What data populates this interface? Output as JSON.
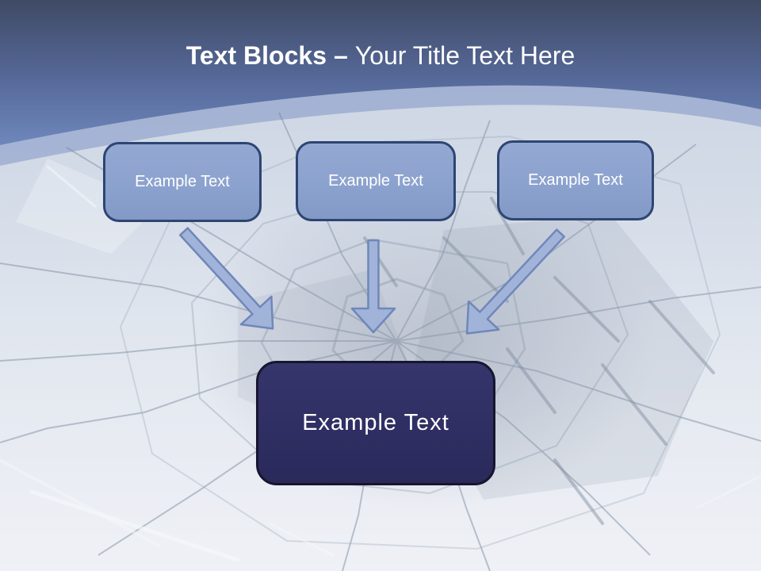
{
  "title": {
    "emphasis": "Text Blocks",
    "separator": "–",
    "rest": "Your Title Text Here"
  },
  "top_boxes": [
    {
      "label": "Example Text"
    },
    {
      "label": "Example Text"
    },
    {
      "label": "Example Text"
    }
  ],
  "bottom_box": {
    "label": "Example Text"
  },
  "icons": {
    "arrows": [
      "arrow-down-right-icon",
      "arrow-down-icon",
      "arrow-down-left-icon"
    ]
  },
  "colors": {
    "header_gradient_top": "#3f4a64",
    "header_gradient_bottom": "#6e87bb",
    "title_color": "#ffffff",
    "box_fill": "#8ca2ce",
    "box_border": "#2e4573",
    "box_text_color": "#ffffff",
    "arrow_fill": "#a2b3d9",
    "arrow_border": "#6f87ba",
    "big_box_fill": "#2f2e62",
    "big_box_border": "#17162f"
  }
}
